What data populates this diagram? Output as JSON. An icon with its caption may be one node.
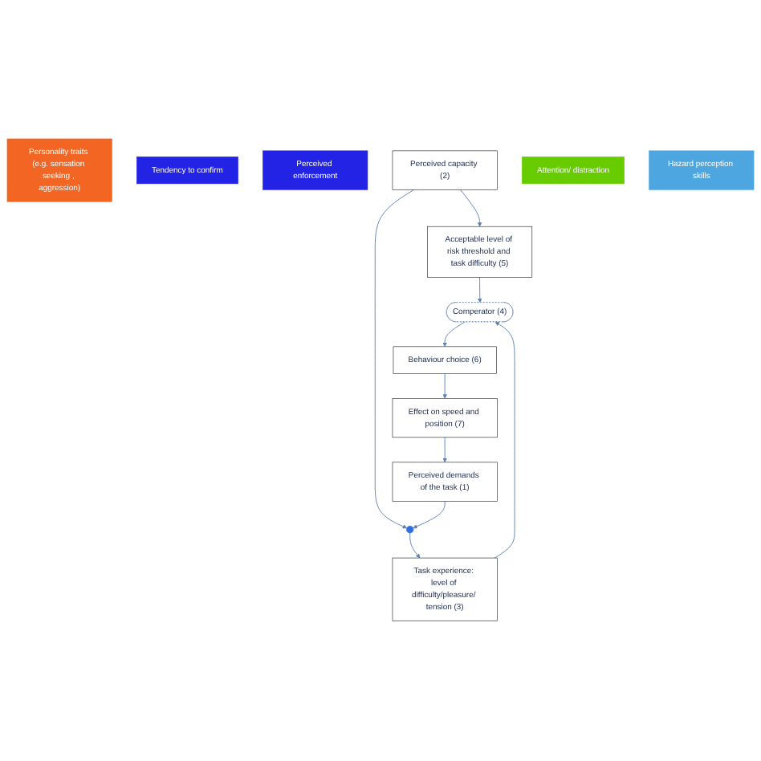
{
  "diagram": {
    "nodes": [
      {
        "text": [
          "Personality traits (e.g. sensation seeking , aggression)"
        ]
      },
      {
        "text": [
          "Tendency to confirm"
        ]
      },
      {
        "text": [
          "Perceived enforcement"
        ]
      },
      {
        "text": [
          "Acceptable level of risk threshold and task difficulty (5)"
        ]
      },
      {
        "text": [
          "Comperator (4)"
        ]
      },
      {
        "text": [
          "Behaviour choice (6)"
        ]
      },
      {
        "text": [
          "Task experience: level of difficulty/pleasure/ tension (3)"
        ]
      },
      {
        "text": [
          "Effect on speed and position (7)"
        ]
      },
      {
        "text": [
          "Perceived capacity (2)"
        ]
      },
      {
        "text": [],
        "shape": "circle"
      },
      {
        "text": [
          "Perceived demands of the task (1)"
        ]
      },
      {
        "text": [
          "Attention/ distraction"
        ]
      },
      {
        "text": [
          "Hazard perception skills"
        ]
      }
    ],
    "edges": [
      {
        "from": 8,
        "to": 3,
        "arrow": "to"
      },
      {
        "from": 3,
        "to": 4,
        "arrow": "to"
      },
      {
        "from": 4,
        "to": 5,
        "arrow": "to"
      },
      {
        "from": 5,
        "to": 7,
        "arrow": "to"
      },
      {
        "from": 7,
        "to": 10,
        "arrow": "to"
      },
      {
        "from": 8,
        "to": 9,
        "arrow": "to"
      },
      {
        "from": 10,
        "to": 9,
        "arrow": "to"
      },
      {
        "from": 9,
        "to": 6,
        "arrow": "to"
      },
      {
        "from": 6,
        "to": 4,
        "arrow": "to"
      }
    ]
  }
}
